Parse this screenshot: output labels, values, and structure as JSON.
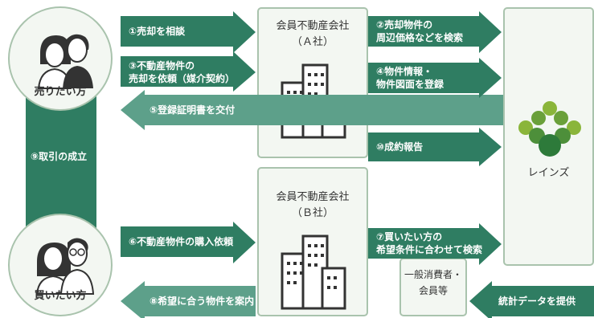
{
  "seller": {
    "label": "売りたい方"
  },
  "buyer": {
    "label": "買いたい方"
  },
  "transaction": {
    "label": "⑨取引の成立"
  },
  "company_a": {
    "name": "会員不動産会社",
    "sub": "（Ａ社）"
  },
  "company_b": {
    "name": "会員不動産会社",
    "sub": "（Ｂ社）"
  },
  "reins": {
    "label": "レインズ"
  },
  "consumer": {
    "line1": "一般消費者・",
    "line2": "会員等"
  },
  "arrows": {
    "a1": "①売却を相談",
    "a2_1": "②売却物件の",
    "a2_2": "周辺価格などを検索",
    "a3_1": "③不動産物件の",
    "a3_2": "売却を依頼（媒介契約）",
    "a4_1": "④物件情報・",
    "a4_2": "物件図面を登録",
    "a5": "⑤登録証明書を交付",
    "a6": "⑥不動産物件の購入依頼",
    "a7_1": "⑦買いたい方の",
    "a7_2": "希望条件に合わせて検索",
    "a8": "⑧希望に合う物件を案内",
    "a10": "⑩成約報告",
    "stats": "統計データを提供"
  },
  "colors": {
    "dark_green": "#2f7d62",
    "light_green": "#5da08a",
    "box_border": "#a9c3ad",
    "box_fill": "#f3f7f2"
  }
}
